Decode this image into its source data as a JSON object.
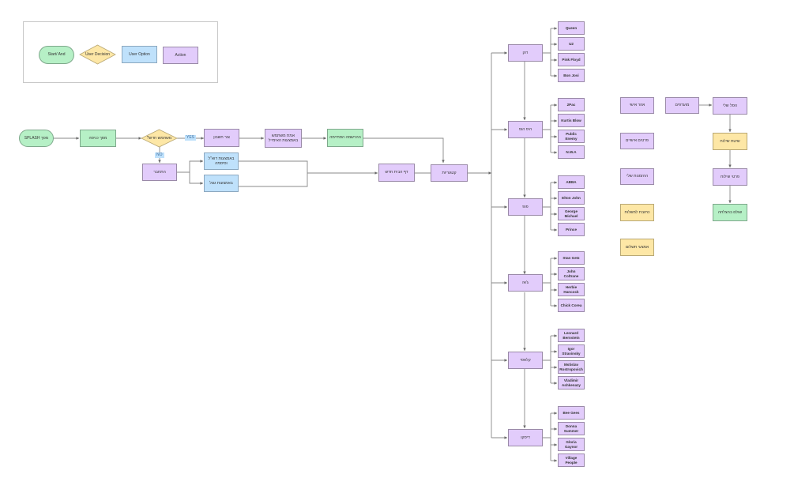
{
  "legend": {
    "items": [
      {
        "type": "start",
        "label": "Start/ And"
      },
      {
        "type": "decision",
        "label": "User Decision"
      },
      {
        "type": "option",
        "label": "User Option"
      },
      {
        "type": "action",
        "label": "Action"
      }
    ]
  },
  "colors": {
    "action": "#e2ccfb",
    "option": "#bfe1fb",
    "start": "#b6f0c6",
    "decision": "#fde7a6",
    "note": "#fde7a6",
    "line": "#888888"
  },
  "flow": {
    "splash": "מסך SPLASH",
    "login": "מסך כניסה",
    "decision": "משתמש חדש?",
    "yes_label": "YES",
    "no_label": "NO",
    "create_account": "צור חשבון",
    "verify_user": "אמת משתמש באמצעות האימייל",
    "registration_success": "ההרשמה הסתיימה",
    "connect": "התחבר",
    "option_email": "באמצעות דוא\"ל וסיסמה",
    "option_google": "באמצעות גוגל",
    "homepage": "דף הבית חדש",
    "categories": "קטגוריות"
  },
  "categories": [
    {
      "label": "רוק",
      "artists": [
        "Queen",
        "U2",
        "Pink Floyd",
        "Bon Jovi"
      ]
    },
    {
      "label": "היפ הופ",
      "artists": [
        "2Pac",
        "Kurtis Blow",
        "Public Enemy",
        "N.W.A"
      ]
    },
    {
      "label": "פופ",
      "artists": [
        "ABBA",
        "Elton John",
        "George Michael",
        "Prince"
      ]
    },
    {
      "label": "ג'אז",
      "artists": [
        "Stan Getz",
        "John Coltrane",
        "Herbie Hancock",
        "Chick Corea"
      ]
    },
    {
      "label": "קלאסי",
      "artists": [
        "Leonard Bernstein",
        "Igor Stravinsky",
        "Mstislav Rostropovich",
        "Vladimir Ashkenazy"
      ]
    },
    {
      "label": "דיסקו",
      "artists": [
        "Bee Gees",
        "Donna Summer",
        "Gloria Gaynor",
        "Village People"
      ]
    }
  ],
  "side": {
    "personal_area": "אזור אישי",
    "favorites": "מועדפים",
    "my_cart": "הסל שלי",
    "personal_details": "פרטים אישיים",
    "shipping_method": "שיטת שילוח",
    "my_orders": "ההזמנות שלי",
    "shipping_details": "פרטי שילוח",
    "shipping_address": "כתובת למשלוח",
    "order_success": "שולם בהצלחה",
    "payment_methods": "אמצעי תשלום"
  }
}
